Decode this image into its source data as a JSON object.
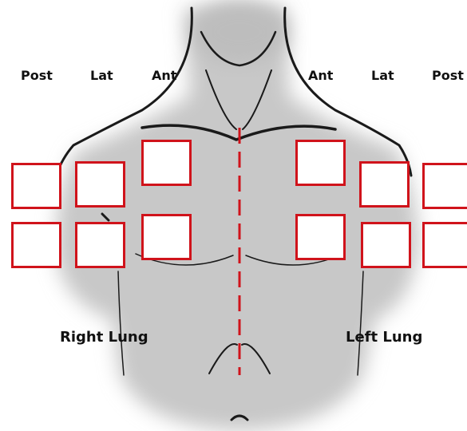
{
  "headers": {
    "right_post": "Post",
    "right_lat": "Lat",
    "right_ant": "Ant",
    "left_ant": "Ant",
    "left_lat": "Lat",
    "left_post": "Post"
  },
  "labels": {
    "right_lung": "Right Lung",
    "left_lung": "Left Lung"
  },
  "colors": {
    "zone_border": "#d0131b",
    "midline": "#d0131b",
    "body_shadow": "#c8c8c8",
    "outline": "#1a1a1a"
  }
}
